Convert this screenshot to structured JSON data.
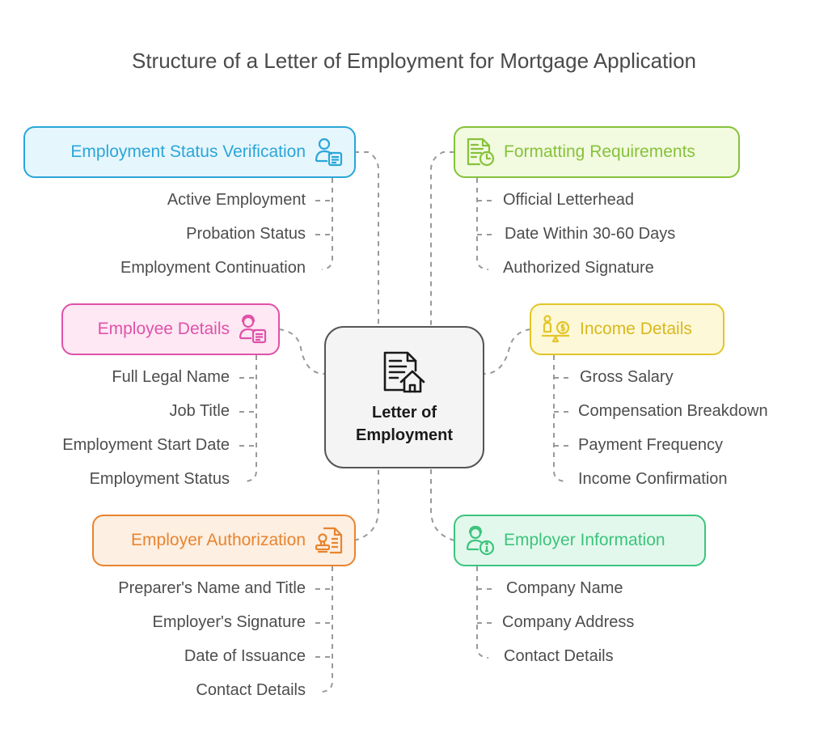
{
  "title": "Structure of a Letter of Employment for Mortgage Application",
  "center": {
    "label_line1": "Letter of",
    "label_line2": "Employment",
    "icon": "document-house-icon"
  },
  "branches": {
    "status": {
      "label": "Employment Status Verification",
      "icon": "employee-document-icon",
      "color": "#2aa6d8",
      "bg": "#e6f6fd",
      "items": [
        "Active Employment",
        "Probation Status",
        "Employment Continuation"
      ]
    },
    "employee": {
      "label": "Employee Details",
      "icon": "person-document-icon",
      "color": "#e052a8",
      "bg": "#fde8f4",
      "items": [
        "Full Legal Name",
        "Job Title",
        "Employment Start Date",
        "Employment Status"
      ]
    },
    "authorization": {
      "label": "Employer Authorization",
      "icon": "stamp-document-icon",
      "color": "#e8842f",
      "bg": "#fdefe2",
      "items": [
        "Preparer's Name and Title",
        "Employer's Signature",
        "Date of Issuance",
        "Contact Details"
      ]
    },
    "formatting": {
      "label": "Formatting Requirements",
      "icon": "document-clock-icon",
      "color": "#86c23b",
      "bg": "#f2fadf",
      "items": [
        "Official Letterhead",
        "Date Within 30-60 Days",
        "Authorized Signature"
      ]
    },
    "income": {
      "label": "Income Details",
      "icon": "balance-money-icon",
      "color": "#e2c52a",
      "bg": "#fdf8d8",
      "items": [
        "Gross Salary",
        "Compensation Breakdown",
        "Payment Frequency",
        "Income Confirmation"
      ]
    },
    "employer": {
      "label": "Employer Information",
      "icon": "person-info-icon",
      "color": "#3cc47d",
      "bg": "#e3f8ec",
      "items": [
        "Company Name",
        "Company Address",
        "Contact Details"
      ]
    }
  }
}
